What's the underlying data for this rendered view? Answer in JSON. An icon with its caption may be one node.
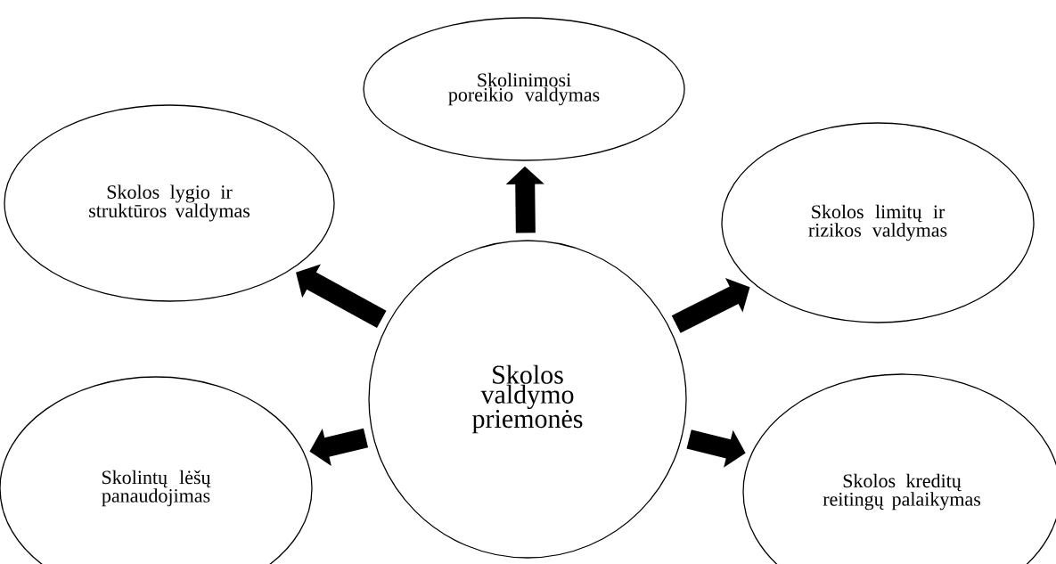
{
  "diagram": {
    "nodes": [
      {
        "text": [
          "Skolos valdymo priemonės"
        ]
      },
      {
        "text": [
          "Skolinimosi poreikio valdymas"
        ]
      },
      {
        "text": [
          "Skolos lygio ir struktūros valdymas"
        ]
      },
      {
        "text": [
          "Skolos limitų ir rizikos valdymas"
        ]
      },
      {
        "text": [
          "Skolintų lėšų panaudojimas"
        ]
      },
      {
        "text": [
          "Skolos kreditų reitingų palaikymas"
        ]
      }
    ],
    "edges": [
      {
        "from": 0,
        "to": 1,
        "arrow": "to"
      },
      {
        "from": 0,
        "to": 2,
        "arrow": "to"
      },
      {
        "from": 0,
        "to": 3,
        "arrow": "to"
      },
      {
        "from": 0,
        "to": 4,
        "arrow": "to"
      },
      {
        "from": 0,
        "to": 5,
        "arrow": "to"
      }
    ]
  }
}
